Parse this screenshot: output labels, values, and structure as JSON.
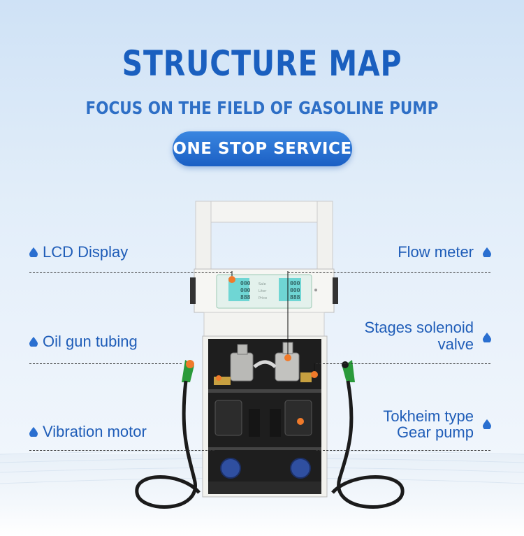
{
  "header": {
    "title": "STRUCTURE MAP",
    "subtitle": "FOCUS ON THE FIELD OF GASOLINE PUMP",
    "badge": "ONE STOP SERVICE"
  },
  "labels": {
    "lcd_display": "LCD Display",
    "flow_meter": "Flow meter",
    "oil_gun_tubing": "Oil gun tubing",
    "solenoid_line1": "Stages solenoid",
    "solenoid_line2": "valve",
    "vibration_motor": "Vibration motor",
    "gear_pump_line1": "Tokheim type",
    "gear_pump_line2": "Gear pump"
  },
  "display": {
    "left": [
      "000",
      "000",
      "888"
    ],
    "right": [
      "000",
      "000",
      "888"
    ],
    "captions": [
      "Sale",
      "Liter",
      "Price"
    ]
  },
  "colors": {
    "accent_blue": "#1f5db8",
    "callout_orange": "#f07a2a",
    "nozzle_green": "#2a9a3a"
  }
}
